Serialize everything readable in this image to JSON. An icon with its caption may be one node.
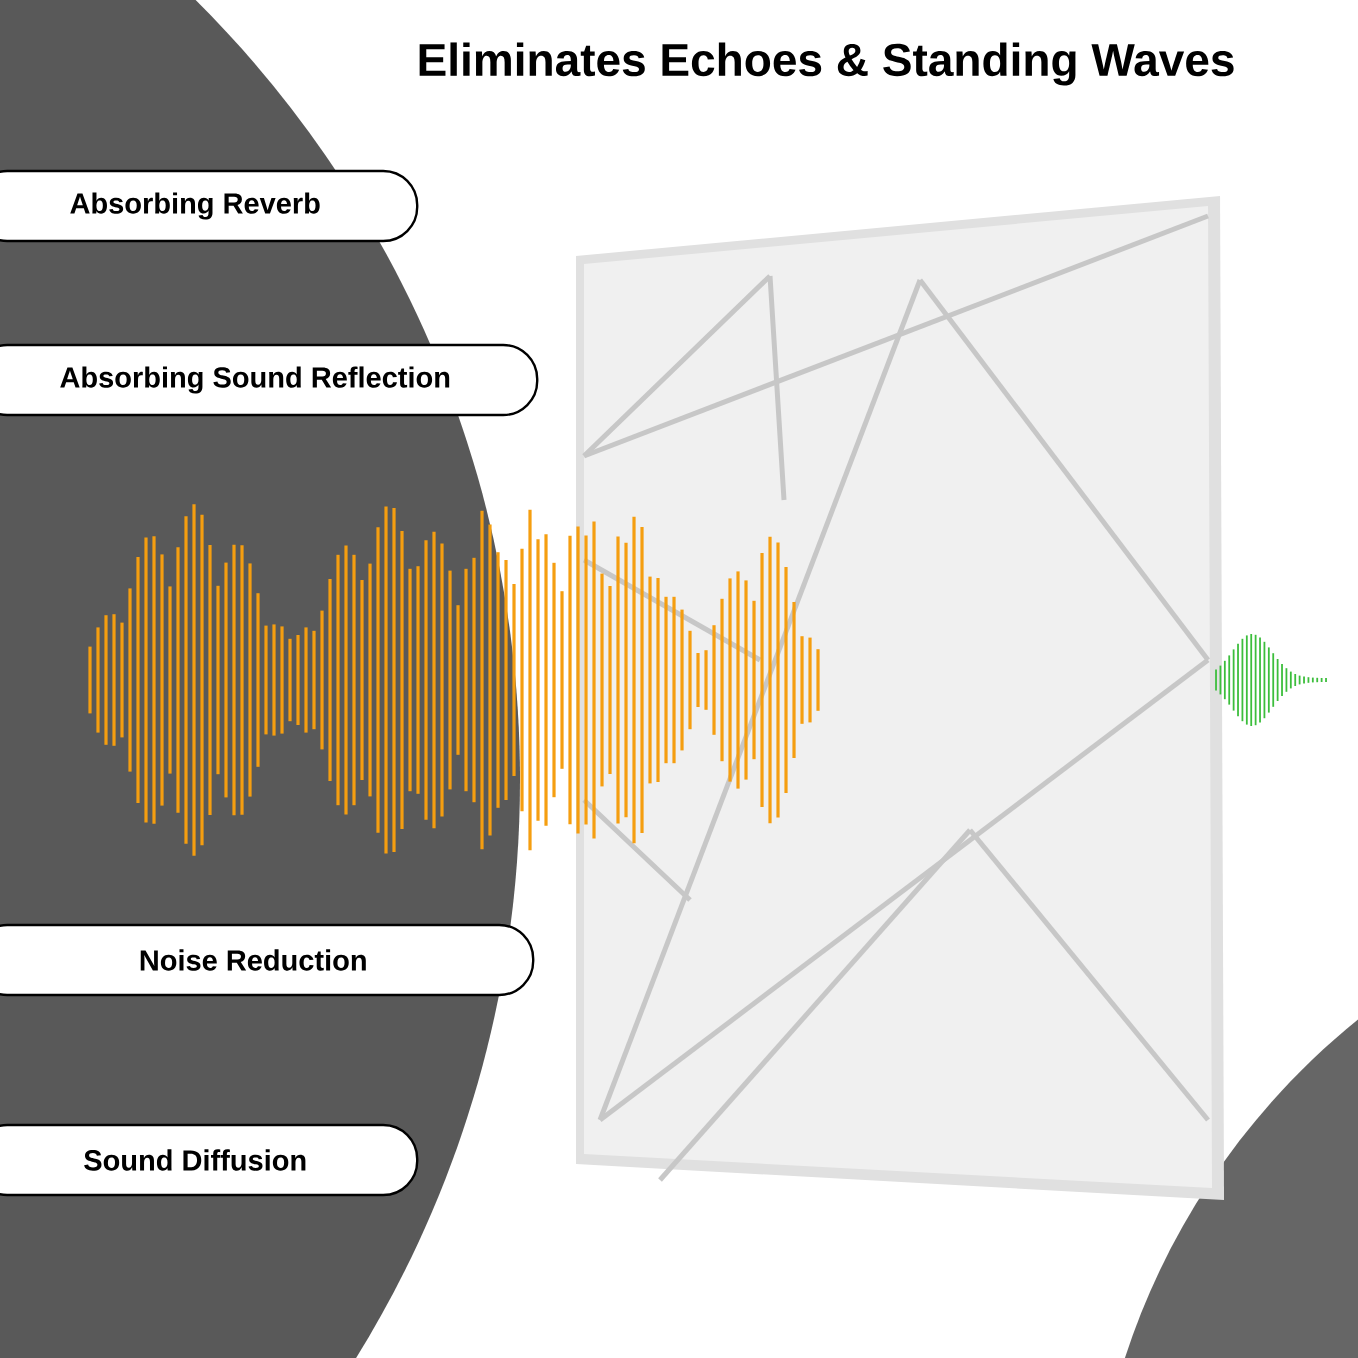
{
  "diagram": {
    "title": "Eliminates Echoes & Standing Waves",
    "nodes": [
      {
        "text": [
          "Absorbing Reverb"
        ]
      },
      {
        "text": [
          "Absorbing Sound Reflection"
        ]
      },
      {
        "text": [
          "Noise Reduction"
        ]
      },
      {
        "text": [
          "Sound Diffusion"
        ]
      }
    ]
  }
}
